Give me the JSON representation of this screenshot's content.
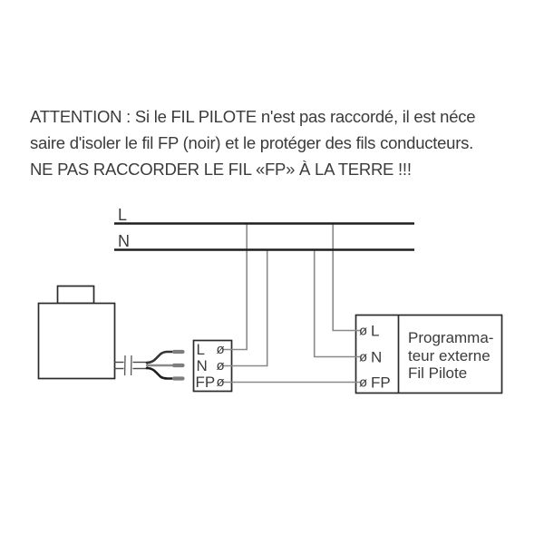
{
  "warning": {
    "line1": "ATTENTION : Si le FIL PILOTE n'est pas raccordé, il est néce",
    "line2": "saire d'isoler le fil FP (noir) et le protéger des fils conducteurs.",
    "line3": "NE PAS RACCORDER LE FIL «FP» À LA TERRE !!!"
  },
  "diagram": {
    "bus": {
      "live_label": "L",
      "neutral_label": "N"
    },
    "connector_block": {
      "rows": [
        {
          "label": "L",
          "terminal_symbol": "ø"
        },
        {
          "label": "N",
          "terminal_symbol": "ø"
        },
        {
          "label": "FP",
          "terminal_symbol": "ø"
        }
      ]
    },
    "programmer": {
      "terminals": [
        {
          "terminal_symbol": "ø",
          "label": "L"
        },
        {
          "terminal_symbol": "ø",
          "label": "N"
        },
        {
          "terminal_symbol": "ø",
          "label": "FP"
        }
      ],
      "title_lines": [
        "Programma-",
        "teur externe",
        "Fil Pilote"
      ]
    }
  },
  "colors": {
    "text": "#3b3b3b",
    "ink": "#2b2b2b",
    "bus": "#1e1e1e",
    "wire": "#8a8a8a"
  }
}
